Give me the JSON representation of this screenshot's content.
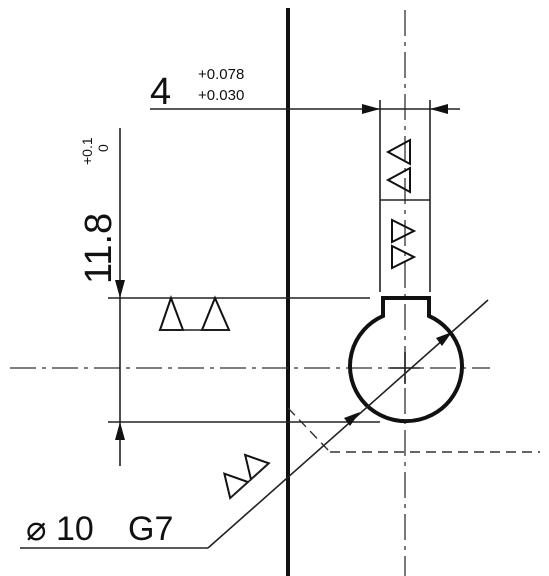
{
  "dimensions": {
    "keyway_width": {
      "nominal": "4",
      "upper_tolerance": "+0.078",
      "lower_tolerance": "+0.030"
    },
    "keyway_depth": {
      "nominal": "11.8",
      "upper_tolerance": "+0.1",
      "lower_tolerance": "0"
    },
    "bore": {
      "symbol": "⌀",
      "size": "10",
      "fit": "G7"
    }
  },
  "surface_symbols": [
    {
      "id": "keyway-sides",
      "marks": 2
    },
    {
      "id": "keyway-top",
      "marks": 2
    },
    {
      "id": "bore",
      "marks": 2
    }
  ]
}
